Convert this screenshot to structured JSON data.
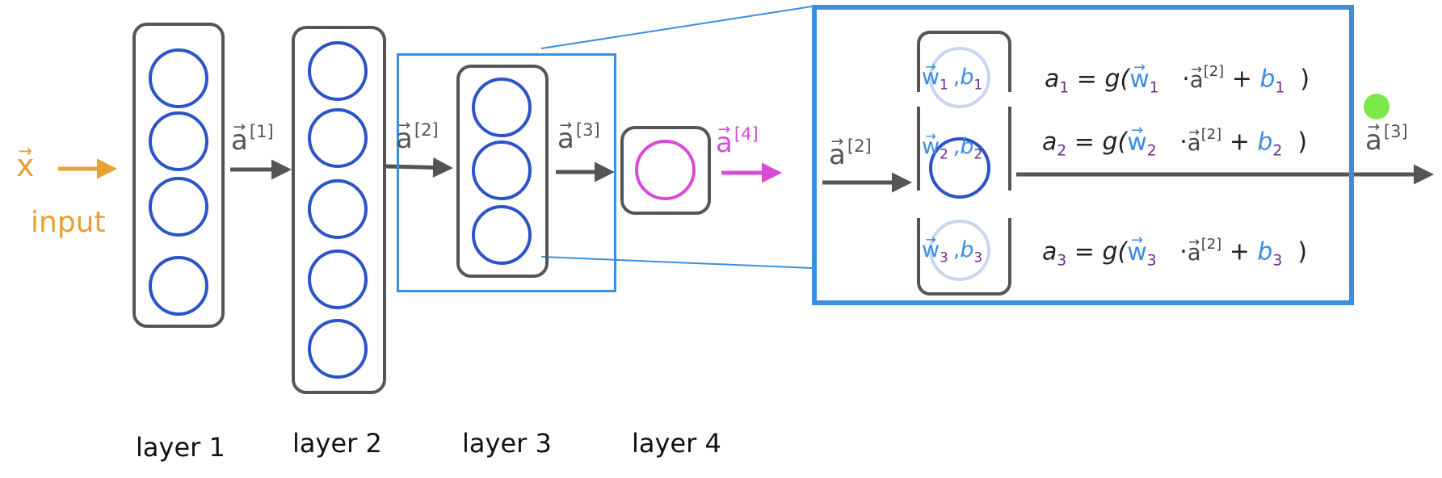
{
  "input": {
    "symbol": "x",
    "label": "input"
  },
  "activations": {
    "a1": {
      "symbol": "a",
      "sup": "[1]"
    },
    "a2": {
      "symbol": "a",
      "sup": "[2]"
    },
    "a3": {
      "symbol": "a",
      "sup": "[3]"
    },
    "a4": {
      "symbol": "a",
      "sup": "[4]"
    },
    "zoom_in": {
      "symbol": "a",
      "sup": "[2]"
    },
    "zoom_out": {
      "symbol": "a",
      "sup": "[3]"
    }
  },
  "layers": [
    {
      "label": "layer 1",
      "units": 4
    },
    {
      "label": "layer 2",
      "units": 5
    },
    {
      "label": "layer 3",
      "units": 3
    },
    {
      "label": "layer 4",
      "units": 1
    }
  ],
  "units": [
    {
      "w": "w",
      "w_sub": "1",
      "b": "b",
      "b_sub": "1",
      "eq_a": "a",
      "eq_a_sub": "1",
      "eq_eq": "=",
      "eq_g": "g(",
      "eq_w": "w",
      "eq_w_sub": "1",
      "eq_dot": "·",
      "eq_av": "a",
      "eq_av_sup": "[2]",
      "eq_plus": "+",
      "eq_b": "b",
      "eq_b_sub": "1",
      "eq_close": ")"
    },
    {
      "w": "w",
      "w_sub": "2",
      "b": "b",
      "b_sub": "2",
      "eq_a": "a",
      "eq_a_sub": "2",
      "eq_eq": "=",
      "eq_g": "g(",
      "eq_w": "w",
      "eq_w_sub": "2",
      "eq_dot": "·",
      "eq_av": "a",
      "eq_av_sup": "[2]",
      "eq_plus": "+",
      "eq_b": "b",
      "eq_b_sub": "2",
      "eq_close": ")"
    },
    {
      "w": "w",
      "w_sub": "3",
      "b": "b",
      "b_sub": "3",
      "eq_a": "a",
      "eq_a_sub": "3",
      "eq_eq": "=",
      "eq_g": "g(",
      "eq_w": "w",
      "eq_w_sub": "3",
      "eq_dot": "·",
      "eq_av": "a",
      "eq_av_sup": "[2]",
      "eq_plus": "+",
      "eq_b": "b",
      "eq_b_sub": "3",
      "eq_close": ")"
    }
  ],
  "colors": {
    "input": "#e8a030",
    "node": "#2a54c8",
    "output_node": "#d84ad8",
    "box_border": "#555555",
    "highlight": "#3b8ee0",
    "arrow": "#555555",
    "cursor_dot": "#7ee84a"
  }
}
